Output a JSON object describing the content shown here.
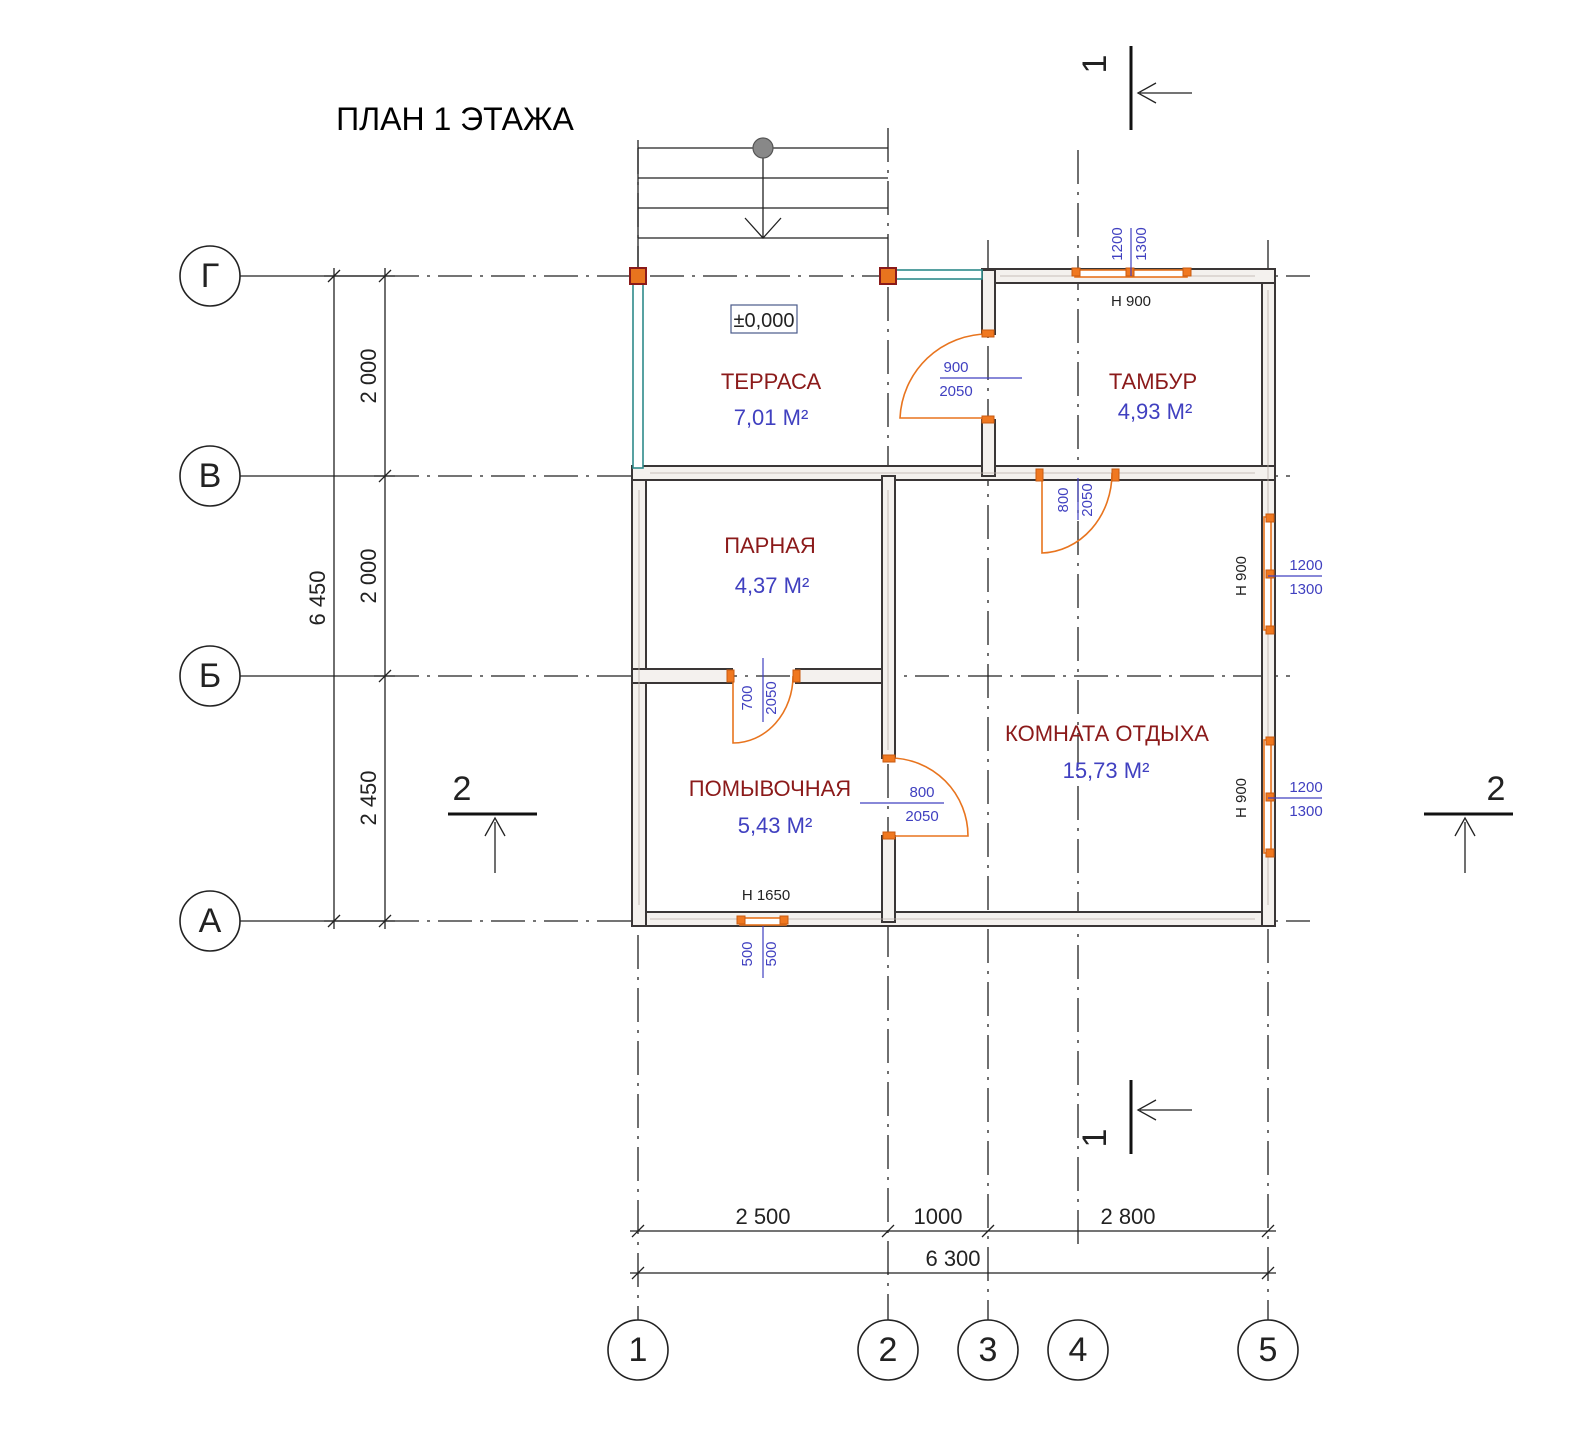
{
  "plan": {
    "title": "ПЛАН 1 ЭТАЖА",
    "level_mark": "±0,000"
  },
  "axes": {
    "vertical": [
      "1",
      "2",
      "3",
      "4",
      "5"
    ],
    "horizontal": [
      "Г",
      "В",
      "Б",
      "А"
    ]
  },
  "dimensions": {
    "bottom": [
      "2 500",
      "1000",
      "2 800"
    ],
    "bottom_total": "6 300",
    "left": [
      "2 000",
      "2 000",
      "2 450"
    ],
    "left_total": "6 450"
  },
  "sections": {
    "s1": "1",
    "s2": "2"
  },
  "rooms": [
    {
      "name": "ТЕРРАСА",
      "area": "7,01 М²"
    },
    {
      "name": "ТАМБУР",
      "area": "4,93 М²"
    },
    {
      "name": "ПАРНАЯ",
      "area": "4,37 М²"
    },
    {
      "name": "ПОМЫВОЧНАЯ",
      "area": "5,43 М²"
    },
    {
      "name": "КОМНАТА ОТДЫХА",
      "area": "15,73 М²"
    }
  ],
  "openings": {
    "door_terrace": {
      "w": "900",
      "h": "2050"
    },
    "door_vestibule": {
      "w": "800",
      "h": "2050"
    },
    "door_steam": {
      "w": "700",
      "h": "2050"
    },
    "door_wash": {
      "w": "800",
      "h": "2050"
    },
    "win_vestibule": {
      "w": "1200",
      "h": "1300",
      "sill": "H 900"
    },
    "win_rest_1": {
      "w": "1200",
      "h": "1300",
      "sill": "H 900"
    },
    "win_rest_2": {
      "w": "1200",
      "h": "1300",
      "sill": "H 900"
    },
    "win_wash": {
      "w": "500",
      "h": "500",
      "sill": "H 1650"
    }
  },
  "colors": {
    "room_name": "#8b1a1a",
    "room_area": "#4040c0",
    "door": "#e8741e",
    "terrace_rail": "#2e8a8a"
  }
}
